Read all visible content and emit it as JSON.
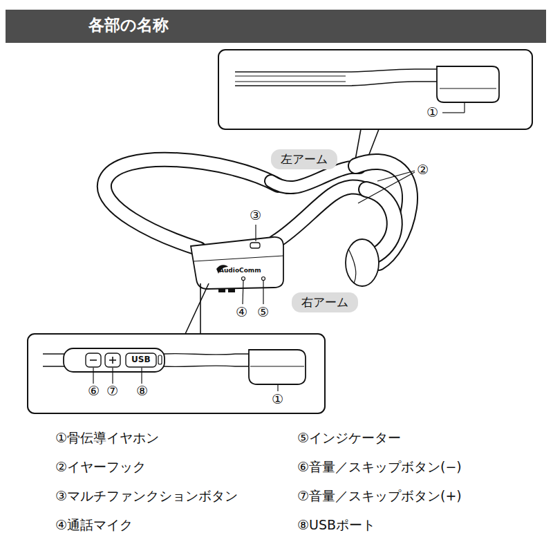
{
  "diagram": {
    "title": "各部の名称",
    "nodes": [
      {
        "text": [
          "左アーム"
        ]
      },
      {
        "text": [
          "右アーム"
        ]
      }
    ],
    "labels": [
      "①",
      "②",
      "③",
      "AudioComm",
      "④",
      "⑤",
      "USB",
      "⑥",
      "⑦",
      "⑧",
      "①",
      "①骨伝導イヤホン",
      "⑤インジケーター",
      "②イヤーフック",
      "⑥音量／スキップボタン(−)",
      "③マルチファンクションボタン",
      "⑦音量／スキップボタン(+)",
      "④通話マイク",
      "⑧USBポート"
    ]
  }
}
